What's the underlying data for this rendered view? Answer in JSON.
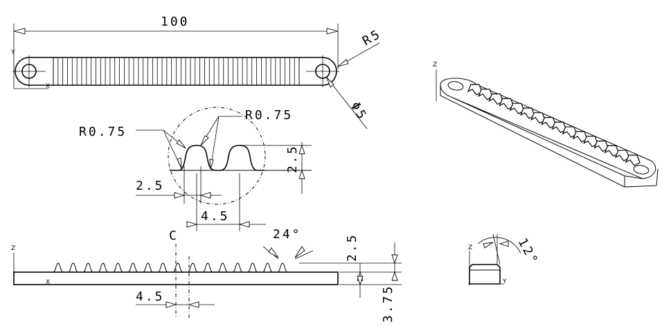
{
  "dimensions": {
    "length": "100",
    "end_radius": "R5",
    "hole_diameter": "Φ5",
    "tooth_tip_radius": "R0.75",
    "root_radius": "R0.75",
    "tooth_height_detail": "2.5",
    "tooth_width": "2.5",
    "pitch_detail": "4.5",
    "centerline": "C",
    "pressure_angle": "24°",
    "tooth_height": "2.5",
    "base_thickness": "3.75",
    "pitch": "4.5",
    "tilt_angle": "12°"
  },
  "axes": {
    "top_view": {
      "vertical": "Y",
      "horizontal": "X"
    },
    "front_view": {
      "vertical": "Z",
      "horizontal": "X"
    },
    "side_view": {
      "vertical": "Z",
      "horizontal": "Y"
    },
    "iso_view": {
      "vertical": "Z"
    }
  },
  "rack": {
    "tooth_count": 16,
    "top_view_line_count": 52
  }
}
